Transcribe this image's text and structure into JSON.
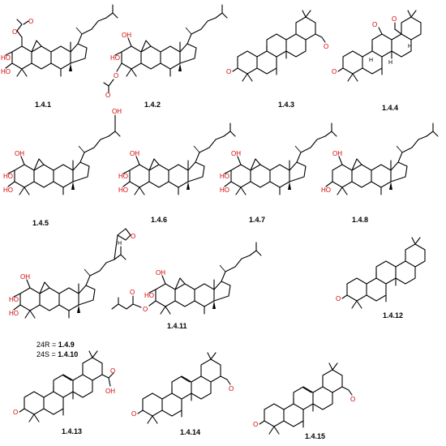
{
  "compounds": [
    {
      "id": "1.4.1"
    },
    {
      "id": "1.4.2"
    },
    {
      "id": "1.4.3"
    },
    {
      "id": "1.4.4"
    },
    {
      "id": "1.4.5"
    },
    {
      "id": "1.4.6"
    },
    {
      "id": "1.4.7"
    },
    {
      "id": "1.4.8"
    },
    {
      "id": "1.4.11"
    },
    {
      "id": "1.4.12"
    },
    {
      "id": "1.4.13"
    },
    {
      "id": "1.4.14"
    },
    {
      "id": "1.4.15"
    }
  ],
  "compound_9_10": {
    "prefix_9": "24R = ",
    "id_9": "1.4.9",
    "prefix_10": "24S = ",
    "id_10": "1.4.10"
  },
  "atom_labels": {
    "hydroxyl": "HO",
    "hydroxyl_r": "OH",
    "oxygen": "O",
    "carboxyl_oh": "OH",
    "hydrogen": "H"
  }
}
